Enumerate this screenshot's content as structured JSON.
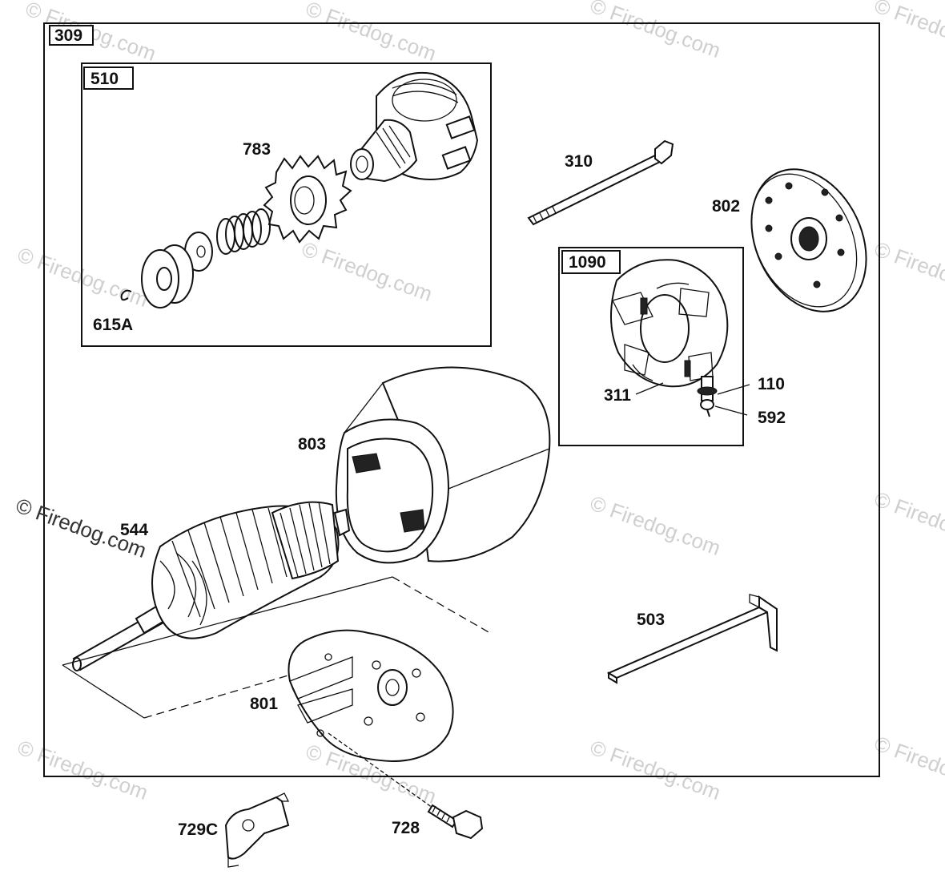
{
  "watermark": {
    "text": "© Firedog.com"
  },
  "groups": {
    "assembly_309": "309",
    "drive_510": "510",
    "brush_1090": "1090"
  },
  "parts": {
    "p783": "783",
    "p615A": "615A",
    "p310": "310",
    "p802": "802",
    "p311": "311",
    "p110": "110",
    "p592": "592",
    "p803": "803",
    "p544": "544",
    "p503": "503",
    "p801": "801",
    "p729C": "729C",
    "p728": "728"
  },
  "colors": {
    "line": "#111111",
    "watermark": "#cfcfcf",
    "background": "#ffffff"
  }
}
